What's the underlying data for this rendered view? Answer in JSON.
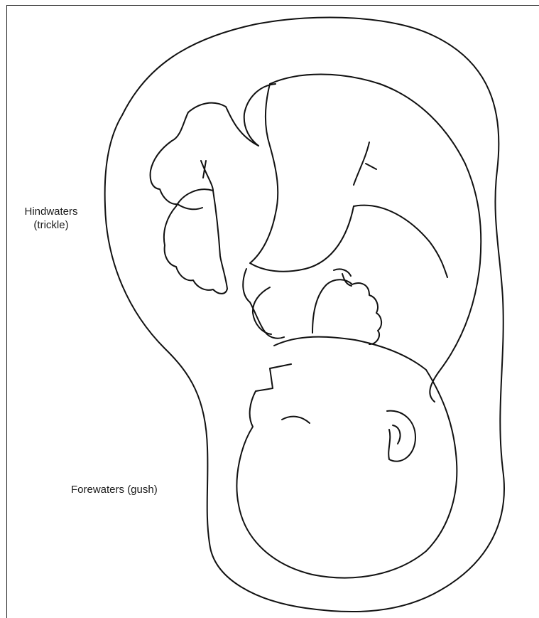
{
  "labels": {
    "hindwaters_line1": "Hindwaters",
    "hindwaters_line2": "(trickle)",
    "forewaters": "Forewaters (gush)"
  },
  "colors": {
    "stroke": "#111111",
    "background": "#ffffff",
    "text": "#1a1a1a"
  }
}
